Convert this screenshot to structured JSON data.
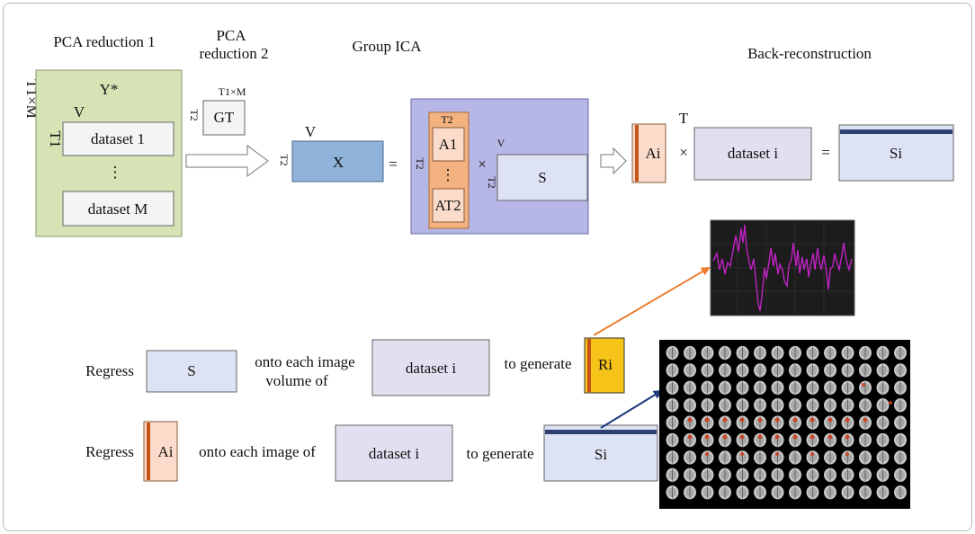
{
  "headings": {
    "pca1": "PCA reduction 1",
    "pca2_line1": "PCA",
    "pca2_line2": "reduction 2",
    "group_ica": "Group ICA",
    "back_recon": "Back-reconstruction"
  },
  "pca1": {
    "dims": "T1×M",
    "ystar": "Y*",
    "v": "V",
    "t1": "T1",
    "dataset1": "dataset  1",
    "dots": "⋮",
    "datasetM": "dataset  M"
  },
  "pca2": {
    "dims": "T1×M",
    "t2": "T2",
    "gt": "GT"
  },
  "ica": {
    "v": "V",
    "t2": "T2",
    "x": "X",
    "eq": "=",
    "a_t2": "T2",
    "a1": "A1",
    "dots": "⋮",
    "at2": "AT2",
    "times": "×",
    "s_v": "V",
    "s_t2": "T2",
    "s": "S"
  },
  "backrec": {
    "ai": "Ai",
    "t": "T",
    "times": "×",
    "dataset_i": "dataset i",
    "eq": "=",
    "si": "Si"
  },
  "regress1": {
    "regress": "Regress",
    "s": "S",
    "onto_line1": "onto each  image",
    "onto_line2": "volume of",
    "dataset_i": "dataset i",
    "to_generate": "to generate",
    "ri": "Ri"
  },
  "regress2": {
    "regress": "Regress",
    "ai": "Ai",
    "onto": "onto each image of",
    "dataset_i": "dataset i",
    "to_generate": "to generate",
    "si": "Si"
  },
  "colors": {
    "green_fill": "#d6e4b5",
    "blue_fill": "#8fb3d9",
    "purple_fill": "#b6b7e6",
    "light_blue_fill": "#dde3f4",
    "lavender_fill": "#e3dff0",
    "peach_fill": "#fbdccb",
    "orange_fill": "#f3b27f",
    "orange_bar": "#c8531a",
    "navy_bar": "#2e3f73",
    "yellow_fill": "#f6c318",
    "magenta_signal": "#c022c4",
    "arrow_orange": "#ed7d31",
    "arrow_navy": "#1f3a80"
  }
}
